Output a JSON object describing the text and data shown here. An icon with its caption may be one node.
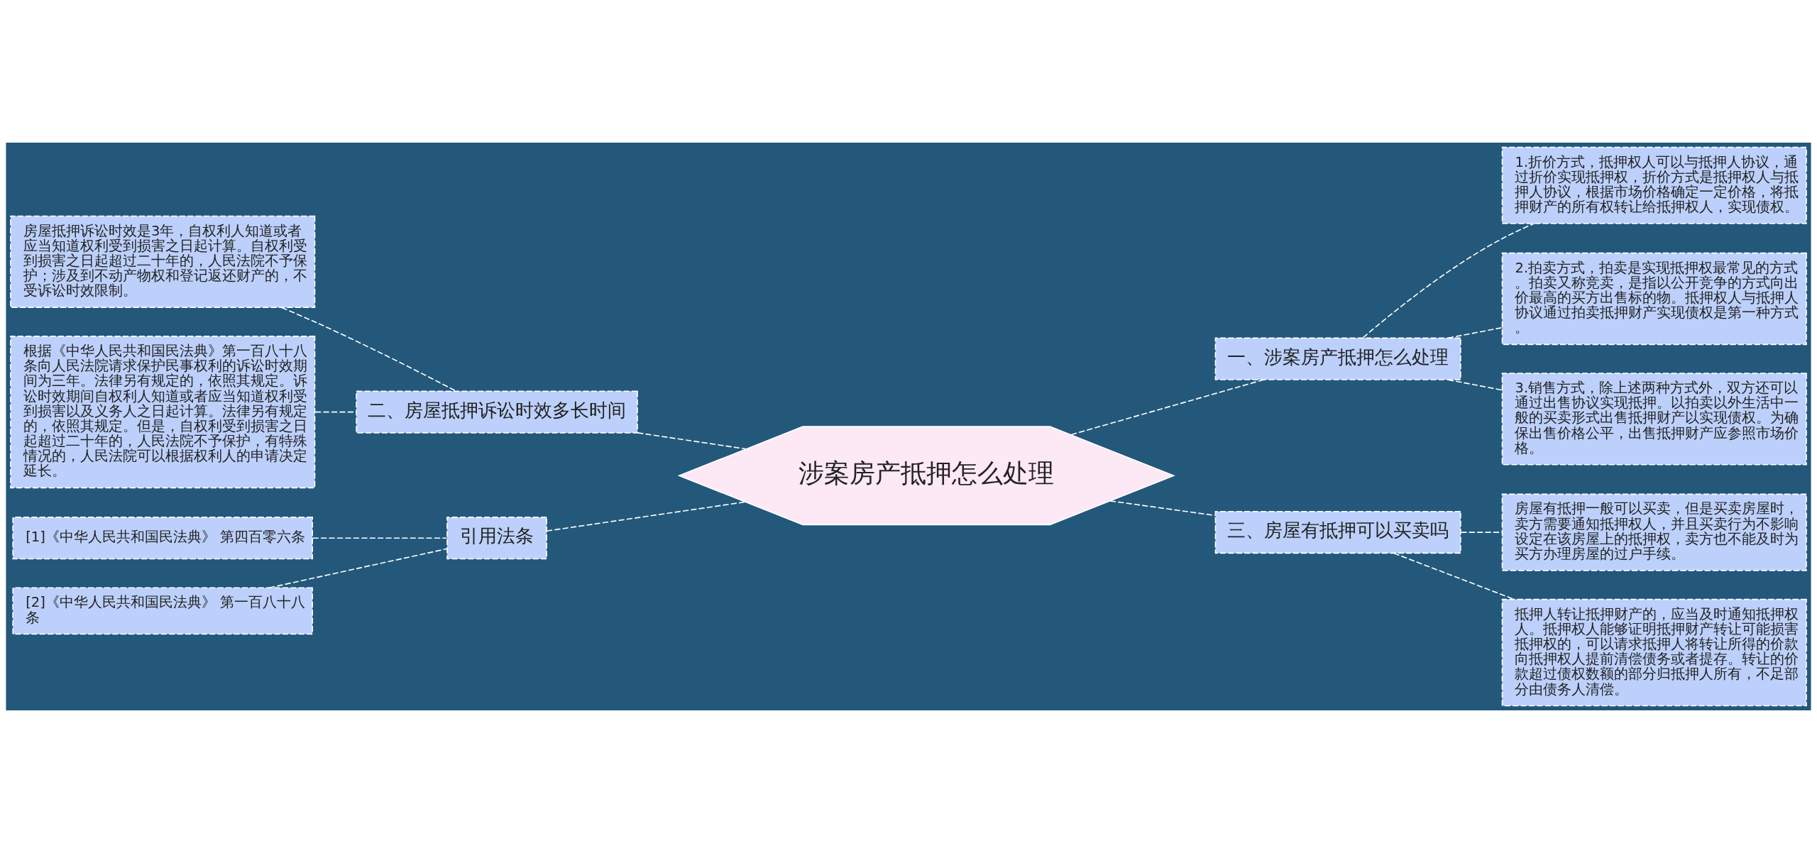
{
  "diagram": {
    "nodes": [
      {
        "text": [
          "涉案房产抵押怎么处理"
        ]
      },
      {
        "text": [
          "二、房屋抵押诉讼时效多长时间"
        ]
      },
      {
        "text": [
          "房屋抵押诉讼时效是3年，自权利人知道或者应当知道权利受到损害之日起计算。自权利受到损害之日起超过二十年的，人民法院不予保护；涉及到不动产物权和登记返还财产的，不受诉讼时效限制。"
        ]
      },
      {
        "text": [
          "根据《中华人民共和国民法典》第一百八十八条向人民法院请求保护民事权利的诉讼时效期间为三年。法律另有规定的，依照其规定。诉讼时效期间自权利人知道或者应当知道权利受到损害以及义务人之日起计算。法律另有规定的，依照其规定。但是，自权利受到损害之日起超过二十年的，人民法院不予保护，有特殊情况的，人民法院可以根据权利人的申请决定延长。"
        ]
      },
      {
        "text": [
          "引用法条"
        ]
      },
      {
        "text": [
          "[1]《中华人民共和国民法典》 第四百零六条"
        ]
      },
      {
        "text": [
          "[2]《中华人民共和国民法典》 第一百八十八条"
        ]
      },
      {
        "text": [
          "一、涉案房产抵押怎么处理"
        ]
      },
      {
        "text": [
          "1.折价方式，抵押权人可以与抵押人协议，通过折价实现抵押权，折价方式是抵押权人与抵押人协议，根据市场价格确定一定价格，将抵押财产的所有权转让给抵押权人，实现债权。"
        ]
      },
      {
        "text": [
          "2.拍卖方式，拍卖是实现抵押权最常见的方式。拍卖又称竞卖，是指以公开竞争的方式向出价最高的买方出售标的物。抵押权人与抵押人协议通过拍卖抵押财产实现债权是第一种方式。"
        ]
      },
      {
        "text": [
          "3.销售方式，除上述两种方式外，双方还可以通过出售协议实现抵押。以拍卖以外生活中一般的买卖形式出售抵押财产以实现债权。为确保出售价格公平，出售抵押财产应参照市场价格。"
        ]
      },
      {
        "text": [
          "三、房屋有抵押可以买卖吗"
        ]
      },
      {
        "text": [
          "房屋有抵押一般可以买卖，但是买卖房屋时，卖方需要通知抵押权人，并且买卖行为不影响设定在该房屋上的抵押权，卖方也不能及时为买方办理房屋的过户手续。"
        ]
      },
      {
        "text": [
          "抵押人转让抵押财产的，应当及时通知抵押权人。抵押权人能够证明抵押财产转让可能损害抵押权的，可以请求抵押人将转让所得的价款向抵押权人提前清偿债务或者提存。转让的价款超过债权数额的部分归抵押人所有，不足部分由债务人清偿。"
        ]
      }
    ],
    "edges": [
      {
        "from": 0,
        "to": 1,
        "arrow": "none"
      },
      {
        "from": 1,
        "to": 2,
        "arrow": "none"
      },
      {
        "from": 1,
        "to": 3,
        "arrow": "none"
      },
      {
        "from": 0,
        "to": 4,
        "arrow": "none"
      },
      {
        "from": 4,
        "to": 5,
        "arrow": "none"
      },
      {
        "from": 4,
        "to": 6,
        "arrow": "none"
      },
      {
        "from": 0,
        "to": 7,
        "arrow": "none"
      },
      {
        "from": 7,
        "to": 8,
        "arrow": "none"
      },
      {
        "from": 7,
        "to": 9,
        "arrow": "none"
      },
      {
        "from": 7,
        "to": 10,
        "arrow": "none"
      },
      {
        "from": 0,
        "to": 11,
        "arrow": "none"
      },
      {
        "from": 11,
        "to": 12,
        "arrow": "none"
      },
      {
        "from": 11,
        "to": 13,
        "arrow": "none"
      }
    ]
  }
}
